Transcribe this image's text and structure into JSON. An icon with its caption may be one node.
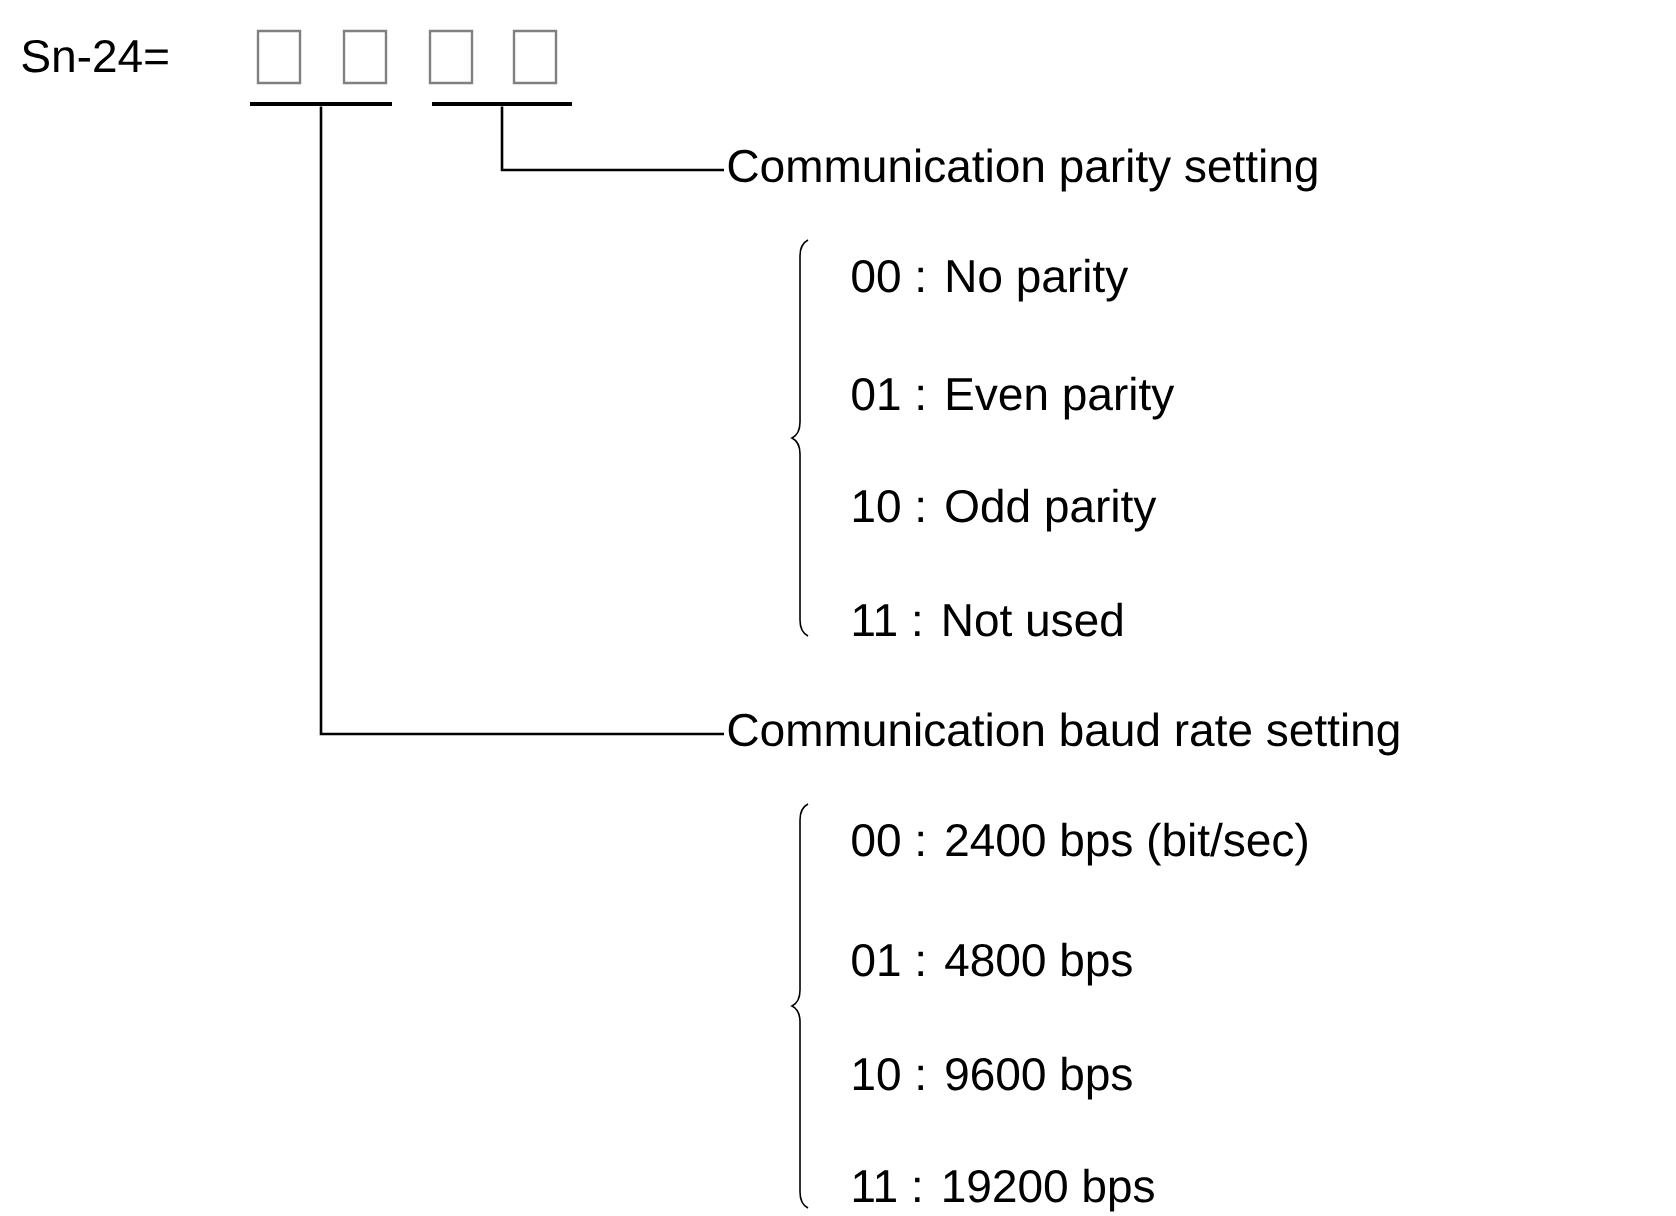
{
  "diagram": {
    "nodes": [
      {
        "text": [],
        "shape": "box"
      },
      {
        "text": [],
        "shape": "box"
      },
      {
        "text": [],
        "shape": "box"
      },
      {
        "text": [],
        "shape": "box"
      },
      {
        "text": [],
        "shape": "bar"
      },
      {
        "text": [],
        "shape": "bar"
      },
      {
        "text": [
          "Communication parity setting"
        ]
      },
      {
        "text": [
          "Communication baud rate setting"
        ]
      }
    ],
    "edges": [
      {
        "from": 5,
        "to": 6,
        "arrow": "none"
      },
      {
        "from": 4,
        "to": 7,
        "arrow": "none"
      }
    ],
    "labels": [
      "Sn-24=",
      "00 : No parity",
      "01 : Even parity",
      "10 : Odd parity",
      "11 : Not used",
      "00 : 2400 bps (bit/sec)",
      "01 : 4800 bps",
      "10 : 9600 bps",
      "11 : 19200 bps"
    ]
  }
}
